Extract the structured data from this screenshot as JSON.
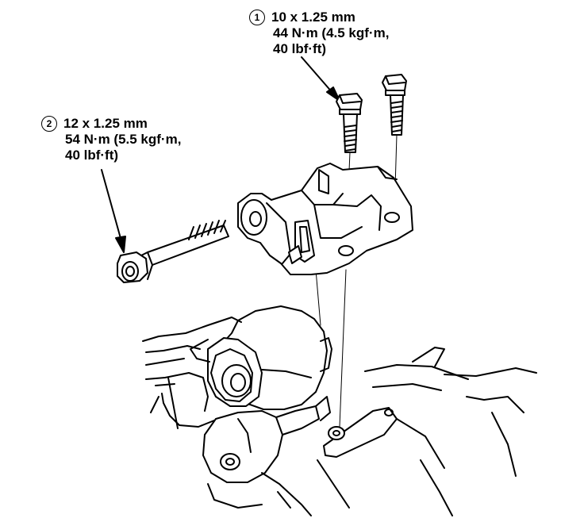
{
  "callouts": [
    {
      "number": "1",
      "size": "10 x 1.25 mm",
      "torque_nm": "44 N·m (4.5 kgf·m,",
      "torque_lbf": "40 lbf·ft)"
    },
    {
      "number": "2",
      "size": "12 x 1.25 mm",
      "torque_nm": "54 N·m (5.5 kgf·m,",
      "torque_lbf": "40 lbf·ft)"
    }
  ]
}
